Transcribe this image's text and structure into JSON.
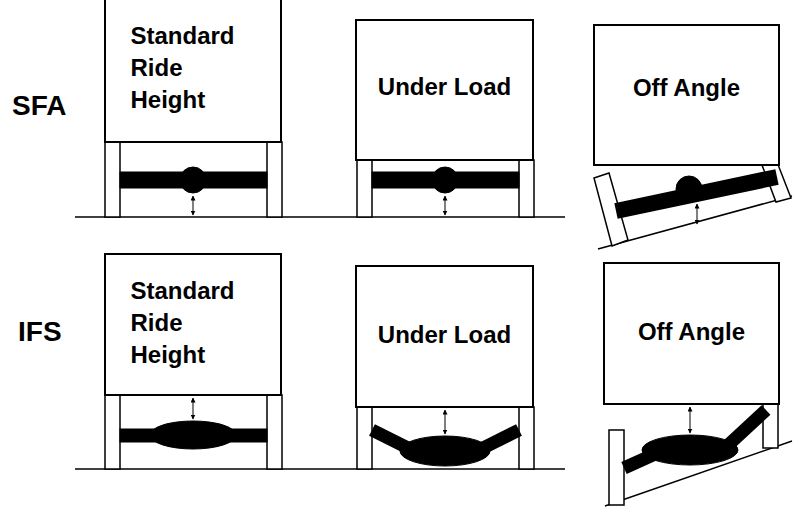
{
  "diagram": {
    "nodes": [
      {
        "text": [
          "Standard Ride Height"
        ]
      },
      {
        "text": [
          "Under Load"
        ]
      },
      {
        "text": [
          "Off Angle"
        ]
      },
      {
        "text": [
          "Standard Ride Height"
        ]
      },
      {
        "text": [
          "Under Load"
        ]
      },
      {
        "text": [
          "Off Angle"
        ]
      }
    ],
    "labels": [
      "SFA",
      "IFS"
    ]
  }
}
